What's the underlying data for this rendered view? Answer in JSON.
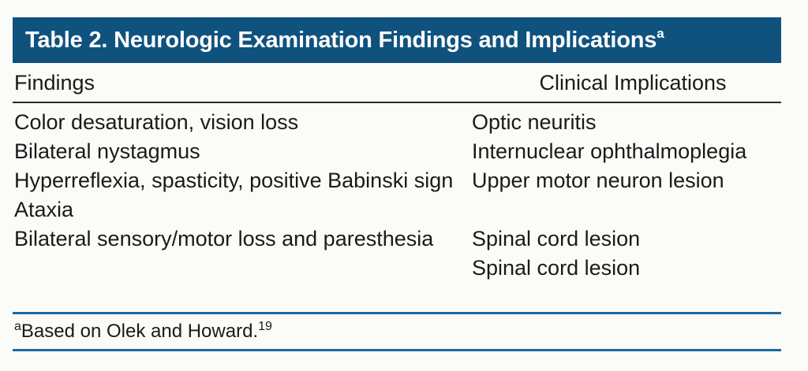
{
  "table": {
    "title": "Table 2. Neurologic Examination Findings and Implications",
    "title_footnote_marker": "a",
    "accent_color": "#10527e",
    "rule_color_blue": "#19699c",
    "rule_color_dark": "#2b2b2b",
    "background_color": "#fbfcf8",
    "columns": [
      {
        "header": "Findings"
      },
      {
        "header": "Clinical Implications"
      }
    ],
    "rows": [
      {
        "finding": "Color desaturation, vision loss",
        "implication": "Optic neuritis"
      },
      {
        "finding": "Bilateral nystagmus",
        "implication": "Internuclear ophthalmoplegia"
      },
      {
        "finding": "Hyperreflexia, spasticity, positive Babinski sign",
        "implication": "Upper motor neuron lesion"
      },
      {
        "finding": "Ataxia",
        "implication": "Spinal cord lesion"
      },
      {
        "finding": "Bilateral sensory/motor loss and paresthesia",
        "implication": "Spinal cord lesion"
      }
    ],
    "footnote": {
      "marker": "a",
      "text": "Based on Olek and Howard.",
      "reference": "19"
    }
  }
}
